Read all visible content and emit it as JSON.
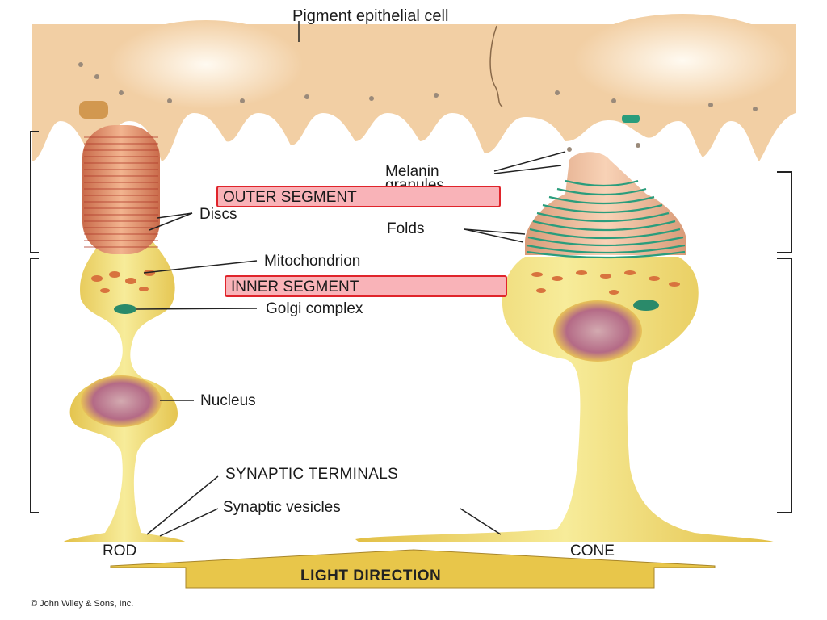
{
  "labels": {
    "pigment": "Pigment epithelial cell",
    "melanin_line1": "Melanin",
    "melanin_line2": "granules",
    "outer_segment": "OUTER SEGMENT",
    "discs": "Discs",
    "folds": "Folds",
    "mitochondrion": "Mitochondrion",
    "inner_segment": "INNER SEGMENT",
    "golgi": "Golgi complex",
    "nucleus": "Nucleus",
    "synaptic_terminals": "SYNAPTIC TERMINALS",
    "synaptic_vesicles": "Synaptic vesicles",
    "rod": "ROD",
    "cone": "CONE",
    "light_direction": "LIGHT DIRECTION",
    "copyright": "© John Wiley & Sons, Inc."
  },
  "colors": {
    "epithelium": "#f2cfa4",
    "epithelium_light": "#fbe9d2",
    "cell_body": "#f3dc6a",
    "cell_body_dark": "#d9b53d",
    "outer_segment_rod": "#d98a6a",
    "disc_lines": "#c24a3a",
    "cone_folds": "#2a9d7c",
    "nucleus": "#b46a86",
    "arrow": "#e8c64a",
    "highlight_fill": "#f9b3b8",
    "highlight_border": "#e0242b"
  }
}
